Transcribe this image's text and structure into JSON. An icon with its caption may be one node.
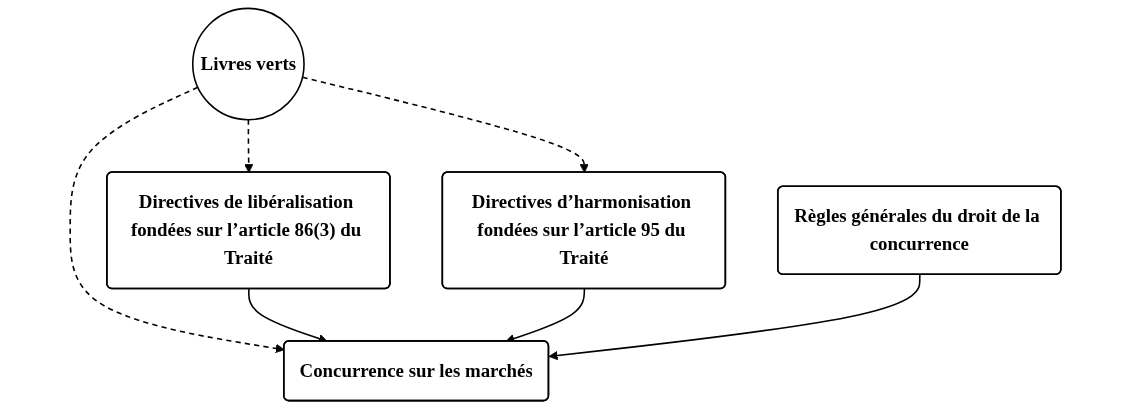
{
  "diagram": {
    "nodes": [
      {
        "text": [
          "Directives de libéralisation fondées sur l’article 86(3) du Traité"
        ]
      },
      {
        "text": [
          "Livres verts"
        ]
      },
      {
        "text": [
          "Directives d’harmonisation fondées sur l’article 95 du Traité"
        ]
      },
      {
        "text": [
          "Concurrence sur les marchés"
        ]
      },
      {
        "text": [
          "Règles générales du droit de la concurrence"
        ]
      }
    ],
    "edges": [
      {
        "from": 1,
        "to": 0,
        "arrow": "to",
        "style": "dashed"
      },
      {
        "from": 1,
        "to": 2,
        "arrow": "to",
        "style": "dashed"
      },
      {
        "from": 1,
        "to": 3,
        "arrow": "to",
        "style": "dashed"
      },
      {
        "from": 0,
        "to": 3,
        "arrow": "to"
      },
      {
        "from": 2,
        "to": 3,
        "arrow": "to"
      },
      {
        "from": 4,
        "to": 3,
        "arrow": "to"
      }
    ]
  }
}
